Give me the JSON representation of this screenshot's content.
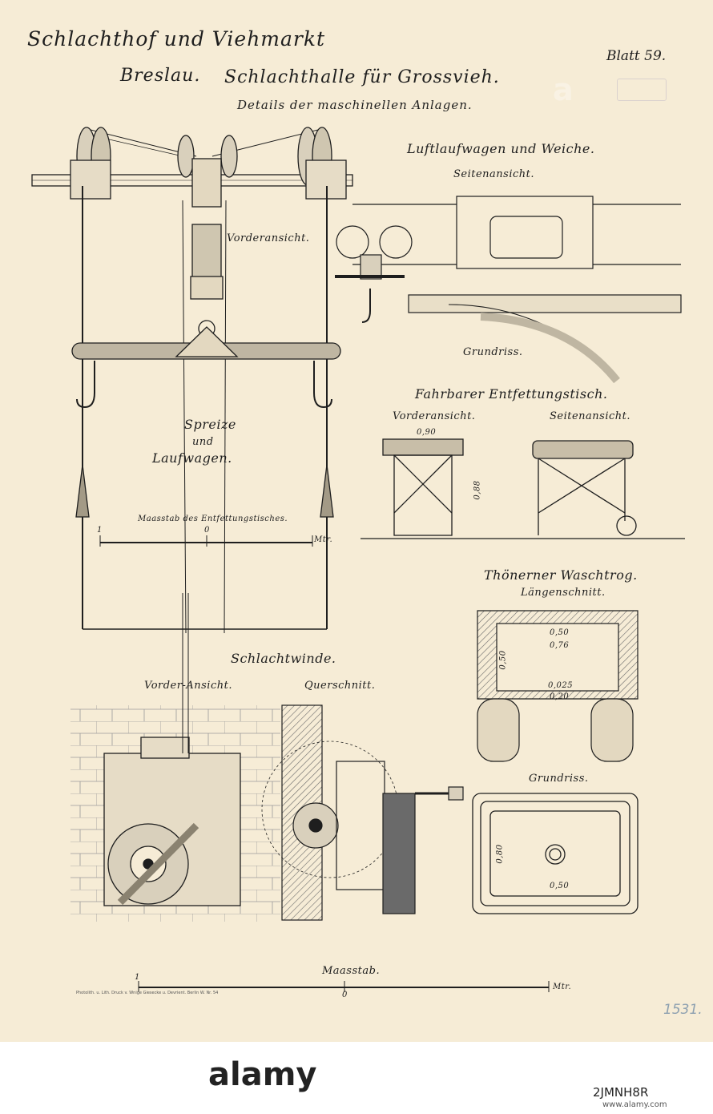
{
  "sheet": {
    "title_line1": "Schlachthof und Viehmarkt",
    "title_city": "Breslau.",
    "title_line2": "Schlachthalle für Grossvieh.",
    "subtitle": "Details der maschinellen Anlagen.",
    "sheet_number": "Blatt 59.",
    "pencil_number": "1531.",
    "imprint": "Photolith. u. Lith. Druck v. Wnige Giesecke u. Devrient. Berlin W. Nr. 54"
  },
  "labels": {
    "vorderansicht_top": "Vorderansicht.",
    "spreize": "Spreize",
    "und": "und",
    "laufwagen": "Laufwagen.",
    "scale_small_title": "Maasstab des Entfettungstisches.",
    "scale_small_zero": "0",
    "scale_small_one": "1",
    "scale_small_unit": "Mtr.",
    "laufwagen_weiche": "Luftlaufwagen und Weiche.",
    "seitenansicht_top": "Seitenansicht.",
    "grundriss_weiche": "Grundriss.",
    "entfettungstisch": "Fahrbarer Entfettungstisch.",
    "vorderansicht_tisch": "Vorderansicht.",
    "seitenansicht_tisch": "Seitenansicht.",
    "dim_tisch_width": "0,90",
    "dim_tisch_height": "0,88",
    "waschtrog": "Thönerner Waschtrog.",
    "laengenschnitt": "Längenschnitt.",
    "dim_trog_1": "0,50",
    "dim_trog_2": "0,76",
    "dim_trog_3": "0,025",
    "dim_trog_4": "0,20",
    "dim_trog_h": "0,50",
    "grundriss_trog": "Grundriss.",
    "dim_trog_plan_w": "0,50",
    "dim_trog_plan_h": "0,80",
    "schlachtwinde": "Schlachtwinde.",
    "vorderansicht_winde": "Vorder-Ansicht.",
    "querschnitt": "Querschnitt.",
    "scale_main_title": "Maasstab.",
    "scale_main_zero": "0",
    "scale_main_one": "1",
    "scale_main_unit": "Mtr."
  },
  "watermark": {
    "brand": "alamy",
    "image_id": "2JMNH8R",
    "url": "www.alamy.com"
  },
  "colors": {
    "paper": "#f6ecd6",
    "ink": "#1e1e1e",
    "hatch": "#6a6a6a"
  }
}
